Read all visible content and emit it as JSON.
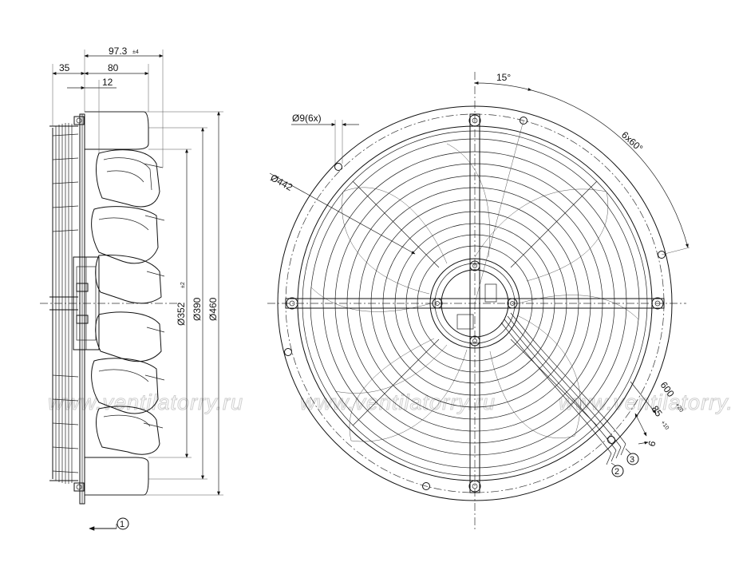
{
  "side_view": {
    "dims": {
      "d97": "97.3",
      "d97_tol": "±4",
      "d35": "35",
      "d80": "80",
      "d12": "12",
      "d352": "Ø352",
      "d352_tol": "±2",
      "d390": "Ø390",
      "d460": "Ø460"
    },
    "callout_1": "1"
  },
  "front_view": {
    "dims": {
      "angle15": "15°",
      "holes": "Ø9(6x)",
      "pattern": "6x60°",
      "d442": "Ø442",
      "cable600": "600",
      "cable600_tol": "+20",
      "cable85": "85",
      "cable85_tol": "+10",
      "d6": "6"
    },
    "callout_2": "2",
    "callout_3": "3"
  },
  "watermark": [
    "www.ventilatorry.ru",
    "www.ventilatorry.ru",
    "www.ventilatorry.ru"
  ],
  "colors": {
    "line": "#111111",
    "watermark": "#cfcfcf",
    "background": "#ffffff"
  }
}
